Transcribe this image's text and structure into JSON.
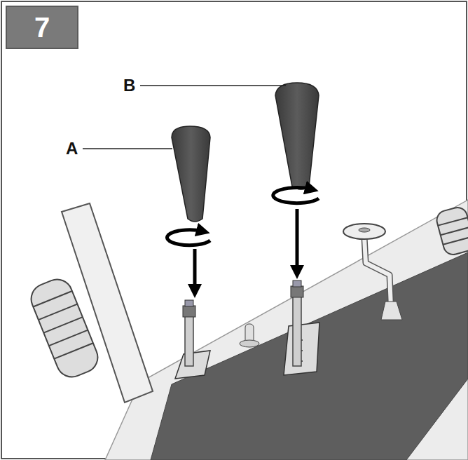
{
  "diagram": {
    "nodes": [
      {
        "text": [
          "7"
        ]
      }
    ],
    "labels": [
      "A",
      "B"
    ]
  }
}
